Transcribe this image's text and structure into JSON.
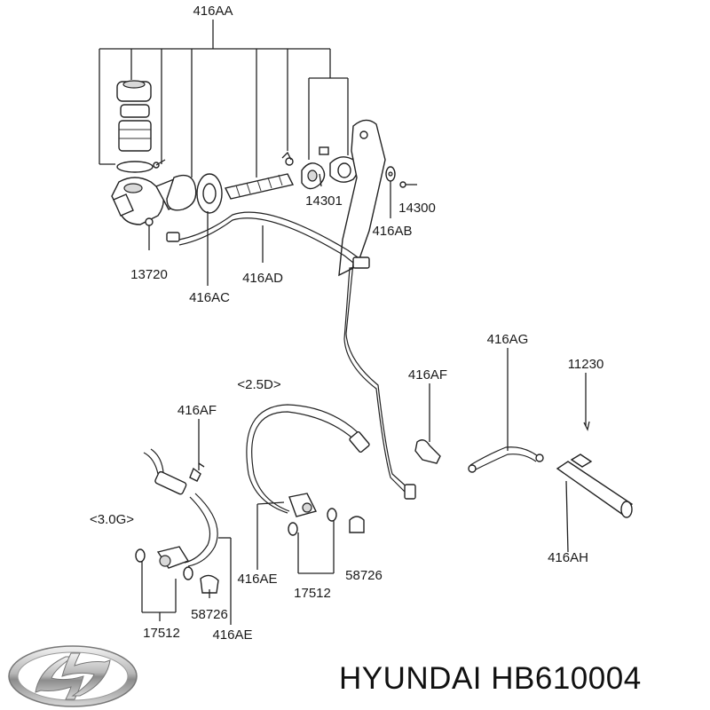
{
  "labels": {
    "l416AA": "416AA",
    "l14301": "14301",
    "l14300": "14300",
    "l416AB": "416AB",
    "l13720": "13720",
    "l416AD": "416AD",
    "l416AC": "416AC",
    "l416AG": "416AG",
    "l11230": "11230",
    "l416AF_right": "416AF",
    "l25D": "<2.5D>",
    "l416AF_left": "416AF",
    "l30G": "<3.0G>",
    "l416AE_center": "416AE",
    "l58726_center": "58726",
    "l17512_center": "17512",
    "l416AH": "416AH",
    "l58726_left": "58726",
    "l17512_left": "17512",
    "l416AE_left": "416AE"
  },
  "brand": {
    "caption": "HYUNDAI HB610004",
    "logo_icon": "hyundai-logo"
  }
}
